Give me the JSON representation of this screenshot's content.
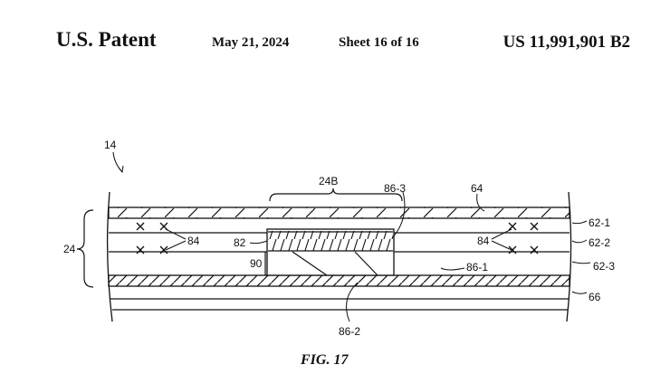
{
  "header": {
    "title": "U.S. Patent",
    "date": "May 21, 2024",
    "sheet": "Sheet 16 of 16",
    "patent_number": "US 11,991,901 B2"
  },
  "figure": {
    "caption": "FIG. 17",
    "labels": {
      "device": "14",
      "stack": "24",
      "region": "24B",
      "top_layer": "64",
      "layer_1": "62-1",
      "layer_2": "62-2",
      "layer_3": "62-3",
      "substrate": "66",
      "marks_left": "84",
      "marks_right": "84",
      "block": "82",
      "gap": "90",
      "elem_3": "86-3",
      "elem_2": "86-2",
      "elem_1": "86-1"
    }
  }
}
